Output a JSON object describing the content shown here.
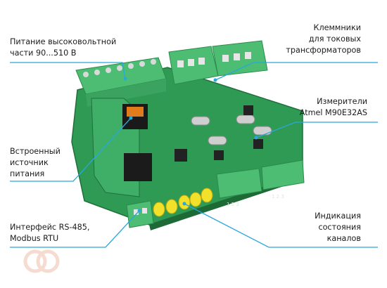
{
  "labels": {
    "hv_power": "Питание высоковольтной\nчасти 90...510 В",
    "terminals": "Клеммники\nдля токовых\nтрансформаторов",
    "meters": "Измерители\nAtmel M90E32AS",
    "builtin_psu": "Встроенный\nисточник\nпитания",
    "rs485": "Интерфейс RS-485,\nModbus RTU",
    "indication": "Индикация\nсостояния\nканалов"
  },
  "silkscreen": {
    "channel_numbers_a": "1 2 3",
    "channel_numbers_b": "1 2 3"
  },
  "colors": {
    "leader_line": "#29a8dc",
    "board": "#2f9a54",
    "terminal_block": "#4cbd72",
    "text": "#1c1c1c"
  }
}
